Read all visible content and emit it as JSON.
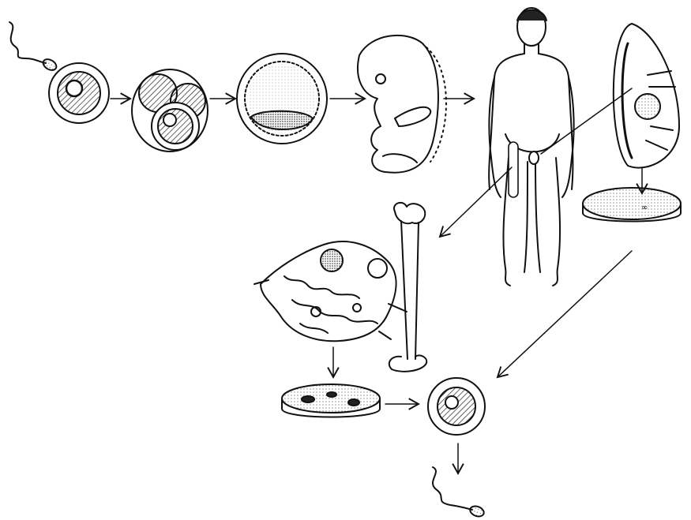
{
  "diagram": {
    "stages": [
      "sperm-fertilizing-egg",
      "cleavage-embryo",
      "blastocyst",
      "fetus",
      "adult-human",
      "testis-cross-section",
      "petri-dish-testis-culture",
      "bone-marrow-stroma",
      "femur-bone",
      "petri-dish-marrow-culture",
      "derived-oocyte-cell",
      "derived-sperm-cell"
    ],
    "colors": {
      "ink": "#111111",
      "paper": "#ffffff",
      "stipple": "#555555"
    }
  }
}
